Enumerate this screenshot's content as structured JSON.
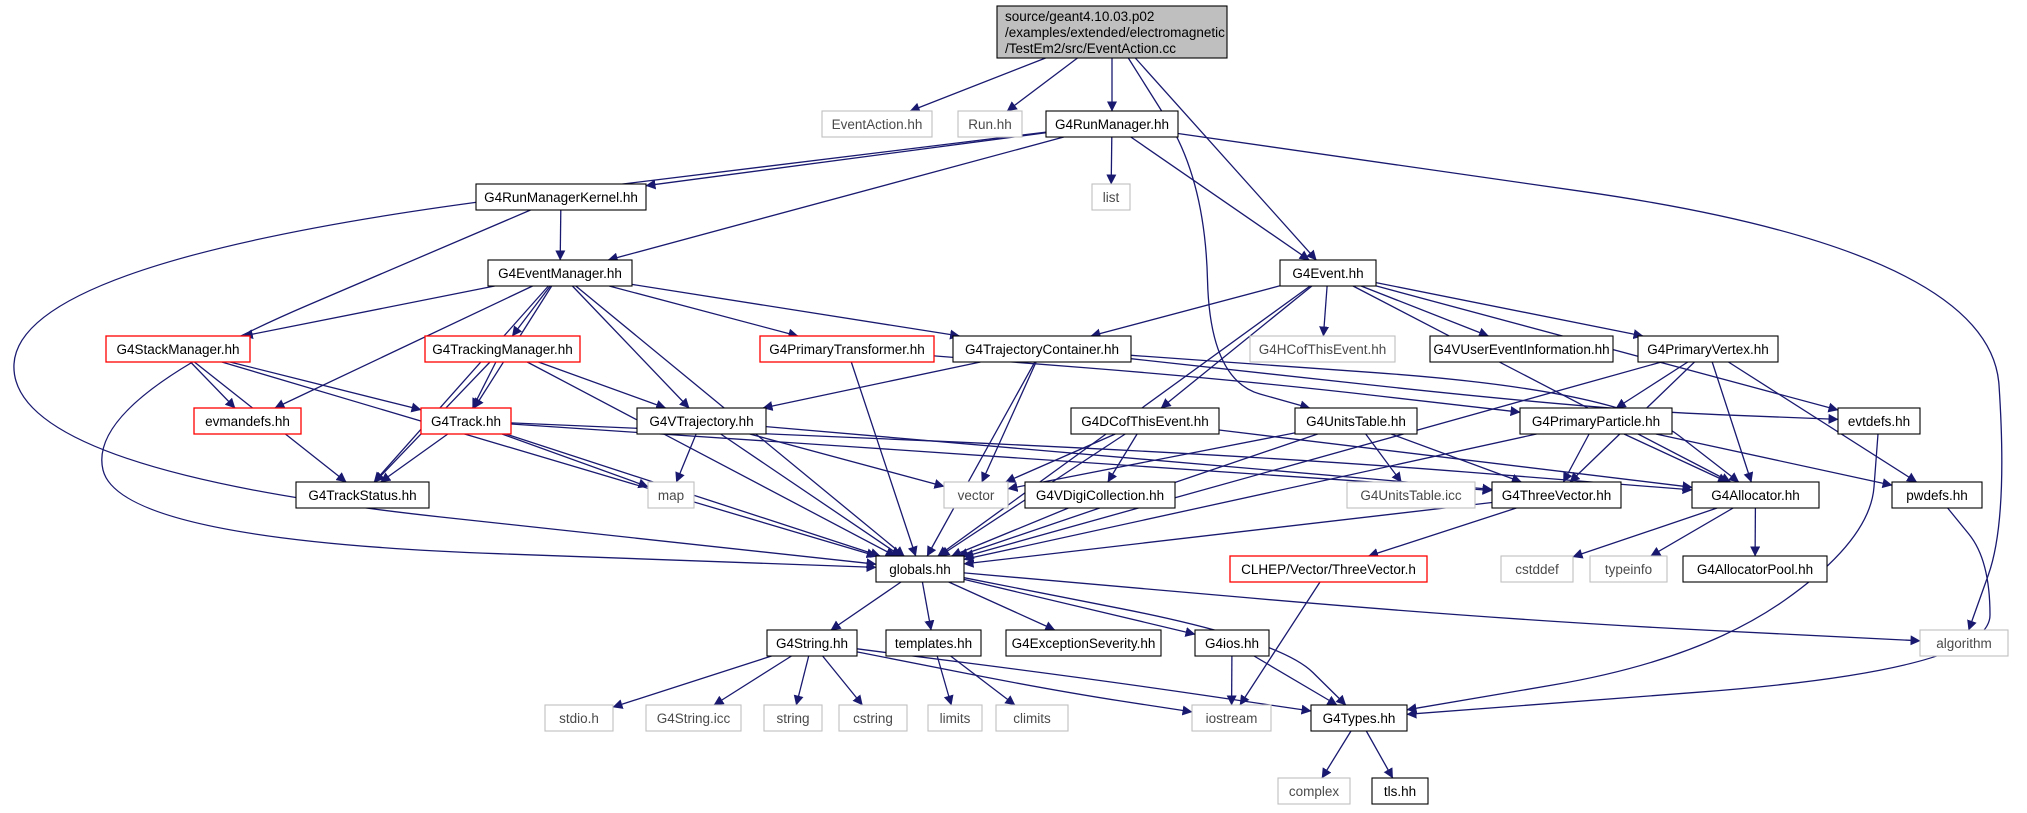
{
  "colors": {
    "edge": "#191970",
    "root_fill": "#bfbfbf",
    "black_border": "#000000",
    "red_border": "#ff0000",
    "gray_border": "#bfbfbf"
  },
  "nodes": [
    {
      "id": "root",
      "lines": [
        "source/geant4.10.03.p02",
        "/examples/extended/electromagnetic",
        "/TestEm2/src/EventAction.cc"
      ],
      "style": "root"
    },
    {
      "id": "eventaction_hh",
      "lines": [
        "EventAction.hh"
      ],
      "style": "gray"
    },
    {
      "id": "run_hh",
      "lines": [
        "Run.hh"
      ],
      "style": "gray"
    },
    {
      "id": "g4runmanager",
      "lines": [
        "G4RunManager.hh"
      ],
      "style": "black"
    },
    {
      "id": "list",
      "lines": [
        "list"
      ],
      "style": "gray"
    },
    {
      "id": "g4runmanagerkernel",
      "lines": [
        "G4RunManagerKernel.hh"
      ],
      "style": "black"
    },
    {
      "id": "g4eventmanager",
      "lines": [
        "G4EventManager.hh"
      ],
      "style": "black"
    },
    {
      "id": "g4event",
      "lines": [
        "G4Event.hh"
      ],
      "style": "black"
    },
    {
      "id": "g4stackmanager",
      "lines": [
        "G4StackManager.hh"
      ],
      "style": "red"
    },
    {
      "id": "g4trackingmanager",
      "lines": [
        "G4TrackingManager.hh"
      ],
      "style": "red"
    },
    {
      "id": "g4primarytransformer",
      "lines": [
        "G4PrimaryTransformer.hh"
      ],
      "style": "red"
    },
    {
      "id": "g4trajectorycontainer",
      "lines": [
        "G4TrajectoryContainer.hh"
      ],
      "style": "black"
    },
    {
      "id": "g4hcofthisevent",
      "lines": [
        "G4HCofThisEvent.hh"
      ],
      "style": "gray"
    },
    {
      "id": "g4vusereventinformation",
      "lines": [
        "G4VUserEventInformation.hh"
      ],
      "style": "black"
    },
    {
      "id": "g4primaryvertex",
      "lines": [
        "G4PrimaryVertex.hh"
      ],
      "style": "black"
    },
    {
      "id": "evmandefs",
      "lines": [
        "evmandefs.hh"
      ],
      "style": "red"
    },
    {
      "id": "g4track",
      "lines": [
        "G4Track.hh"
      ],
      "style": "red"
    },
    {
      "id": "g4vtrajectory",
      "lines": [
        "G4VTrajectory.hh"
      ],
      "style": "black"
    },
    {
      "id": "g4dcofthisevent",
      "lines": [
        "G4DCofThisEvent.hh"
      ],
      "style": "black"
    },
    {
      "id": "g4unitstable",
      "lines": [
        "G4UnitsTable.hh"
      ],
      "style": "black"
    },
    {
      "id": "g4primaryparticle",
      "lines": [
        "G4PrimaryParticle.hh"
      ],
      "style": "black"
    },
    {
      "id": "evtdefs",
      "lines": [
        "evtdefs.hh"
      ],
      "style": "black"
    },
    {
      "id": "g4trackstatus",
      "lines": [
        "G4TrackStatus.hh"
      ],
      "style": "black"
    },
    {
      "id": "map",
      "lines": [
        "map"
      ],
      "style": "gray"
    },
    {
      "id": "vector",
      "lines": [
        "vector"
      ],
      "style": "gray"
    },
    {
      "id": "g4vdigicollection",
      "lines": [
        "G4VDigiCollection.hh"
      ],
      "style": "black"
    },
    {
      "id": "g4unitstable_icc",
      "lines": [
        "G4UnitsTable.icc"
      ],
      "style": "gray"
    },
    {
      "id": "g4threevector",
      "lines": [
        "G4ThreeVector.hh"
      ],
      "style": "black"
    },
    {
      "id": "g4allocator",
      "lines": [
        "G4Allocator.hh"
      ],
      "style": "black"
    },
    {
      "id": "pwdefs",
      "lines": [
        "pwdefs.hh"
      ],
      "style": "black"
    },
    {
      "id": "globals",
      "lines": [
        "globals.hh"
      ],
      "style": "black"
    },
    {
      "id": "clhep_threevector",
      "lines": [
        "CLHEP/Vector/ThreeVector.h"
      ],
      "style": "red"
    },
    {
      "id": "cstddef",
      "lines": [
        "cstddef"
      ],
      "style": "gray"
    },
    {
      "id": "typeinfo",
      "lines": [
        "typeinfo"
      ],
      "style": "gray"
    },
    {
      "id": "g4allocatorpool",
      "lines": [
        "G4AllocatorPool.hh"
      ],
      "style": "black"
    },
    {
      "id": "g4string",
      "lines": [
        "G4String.hh"
      ],
      "style": "black"
    },
    {
      "id": "templates",
      "lines": [
        "templates.hh"
      ],
      "style": "black"
    },
    {
      "id": "g4exceptionseverity",
      "lines": [
        "G4ExceptionSeverity.hh"
      ],
      "style": "black"
    },
    {
      "id": "g4ios",
      "lines": [
        "G4ios.hh"
      ],
      "style": "black"
    },
    {
      "id": "algorithm",
      "lines": [
        "algorithm"
      ],
      "style": "gray"
    },
    {
      "id": "stdio",
      "lines": [
        "stdio.h"
      ],
      "style": "gray"
    },
    {
      "id": "g4string_icc",
      "lines": [
        "G4String.icc"
      ],
      "style": "gray"
    },
    {
      "id": "string",
      "lines": [
        "string"
      ],
      "style": "gray"
    },
    {
      "id": "cstring",
      "lines": [
        "cstring"
      ],
      "style": "gray"
    },
    {
      "id": "limits",
      "lines": [
        "limits"
      ],
      "style": "gray"
    },
    {
      "id": "climits",
      "lines": [
        "climits"
      ],
      "style": "gray"
    },
    {
      "id": "iostream",
      "lines": [
        "iostream"
      ],
      "style": "gray"
    },
    {
      "id": "g4types",
      "lines": [
        "G4Types.hh"
      ],
      "style": "black"
    },
    {
      "id": "complex",
      "lines": [
        "complex"
      ],
      "style": "gray"
    },
    {
      "id": "tls",
      "lines": [
        "tls.hh"
      ],
      "style": "black"
    }
  ],
  "edges": [
    [
      "root",
      "eventaction_hh"
    ],
    [
      "root",
      "run_hh"
    ],
    [
      "root",
      "g4runmanager"
    ],
    [
      "root",
      "g4event"
    ],
    [
      "root",
      "g4unitstable"
    ],
    [
      "g4runmanager",
      "list"
    ],
    [
      "g4runmanager",
      "g4runmanagerkernel"
    ],
    [
      "g4runmanager",
      "g4eventmanager"
    ],
    [
      "g4runmanager",
      "g4event"
    ],
    [
      "g4runmanager",
      "globals"
    ],
    [
      "g4runmanager",
      "algorithm"
    ],
    [
      "g4runmanagerkernel",
      "g4eventmanager"
    ],
    [
      "g4runmanagerkernel",
      "globals"
    ],
    [
      "g4eventmanager",
      "g4stackmanager"
    ],
    [
      "g4eventmanager",
      "g4trackingmanager"
    ],
    [
      "g4eventmanager",
      "g4primarytransformer"
    ],
    [
      "g4eventmanager",
      "g4trajectorycontainer"
    ],
    [
      "g4eventmanager",
      "evmandefs"
    ],
    [
      "g4eventmanager",
      "g4track"
    ],
    [
      "g4eventmanager",
      "g4vtrajectory"
    ],
    [
      "g4eventmanager",
      "g4trackstatus"
    ],
    [
      "g4eventmanager",
      "globals"
    ],
    [
      "g4event",
      "globals"
    ],
    [
      "g4event",
      "g4trajectorycontainer"
    ],
    [
      "g4event",
      "g4dcofthisevent"
    ],
    [
      "g4event",
      "g4hcofthisevent"
    ],
    [
      "g4event",
      "g4vusereventinformation"
    ],
    [
      "g4event",
      "g4primaryvertex"
    ],
    [
      "g4event",
      "g4allocator"
    ],
    [
      "g4event",
      "evtdefs"
    ],
    [
      "g4stackmanager",
      "evmandefs"
    ],
    [
      "g4stackmanager",
      "g4track"
    ],
    [
      "g4stackmanager",
      "g4trackstatus"
    ],
    [
      "g4stackmanager",
      "globals"
    ],
    [
      "g4trackingmanager",
      "g4track"
    ],
    [
      "g4trackingmanager",
      "g4vtrajectory"
    ],
    [
      "g4trackingmanager",
      "g4trackstatus"
    ],
    [
      "g4trackingmanager",
      "globals"
    ],
    [
      "g4primarytransformer",
      "g4primaryparticle"
    ],
    [
      "g4primarytransformer",
      "globals"
    ],
    [
      "g4trajectorycontainer",
      "g4vtrajectory"
    ],
    [
      "g4trajectorycontainer",
      "vector"
    ],
    [
      "g4trajectorycontainer",
      "globals"
    ],
    [
      "g4trajectorycontainer",
      "g4allocator"
    ],
    [
      "g4trajectorycontainer",
      "evtdefs"
    ],
    [
      "g4primaryvertex",
      "g4primaryparticle"
    ],
    [
      "g4primaryvertex",
      "g4threevector"
    ],
    [
      "g4primaryvertex",
      "g4allocator"
    ],
    [
      "g4primaryvertex",
      "pwdefs"
    ],
    [
      "g4primaryvertex",
      "globals"
    ],
    [
      "g4track",
      "g4trackstatus"
    ],
    [
      "g4track",
      "map"
    ],
    [
      "g4track",
      "g4threevector"
    ],
    [
      "g4track",
      "g4allocator"
    ],
    [
      "g4track",
      "globals"
    ],
    [
      "g4vtrajectory",
      "map"
    ],
    [
      "g4vtrajectory",
      "vector"
    ],
    [
      "g4vtrajectory",
      "globals"
    ],
    [
      "g4vtrajectory",
      "g4threevector"
    ],
    [
      "g4dcofthisevent",
      "vector"
    ],
    [
      "g4dcofthisevent",
      "g4vdigicollection"
    ],
    [
      "g4dcofthisevent",
      "globals"
    ],
    [
      "g4dcofthisevent",
      "g4allocator"
    ],
    [
      "g4unitstable",
      "vector"
    ],
    [
      "g4unitstable",
      "g4unitstable_icc"
    ],
    [
      "g4unitstable",
      "g4threevector"
    ],
    [
      "g4unitstable",
      "globals"
    ],
    [
      "g4primaryparticle",
      "g4threevector"
    ],
    [
      "g4primaryparticle",
      "g4allocator"
    ],
    [
      "g4primaryparticle",
      "pwdefs"
    ],
    [
      "g4primaryparticle",
      "globals"
    ],
    [
      "evtdefs",
      "g4types"
    ],
    [
      "g4vdigicollection",
      "globals"
    ],
    [
      "g4threevector",
      "globals"
    ],
    [
      "g4threevector",
      "clhep_threevector"
    ],
    [
      "g4allocator",
      "cstddef"
    ],
    [
      "g4allocator",
      "typeinfo"
    ],
    [
      "g4allocator",
      "g4allocatorpool"
    ],
    [
      "pwdefs",
      "g4types"
    ],
    [
      "clhep_threevector",
      "iostream"
    ],
    [
      "globals",
      "g4string"
    ],
    [
      "globals",
      "templates"
    ],
    [
      "globals",
      "g4exceptionseverity"
    ],
    [
      "globals",
      "g4ios"
    ],
    [
      "globals",
      "algorithm"
    ],
    [
      "globals",
      "g4types"
    ],
    [
      "g4string",
      "stdio"
    ],
    [
      "g4string",
      "g4string_icc"
    ],
    [
      "g4string",
      "string"
    ],
    [
      "g4string",
      "cstring"
    ],
    [
      "g4string",
      "iostream"
    ],
    [
      "g4string",
      "g4types"
    ],
    [
      "templates",
      "limits"
    ],
    [
      "templates",
      "climits"
    ],
    [
      "g4ios",
      "iostream"
    ],
    [
      "g4ios",
      "g4types"
    ],
    [
      "g4types",
      "complex"
    ],
    [
      "g4types",
      "tls"
    ]
  ]
}
